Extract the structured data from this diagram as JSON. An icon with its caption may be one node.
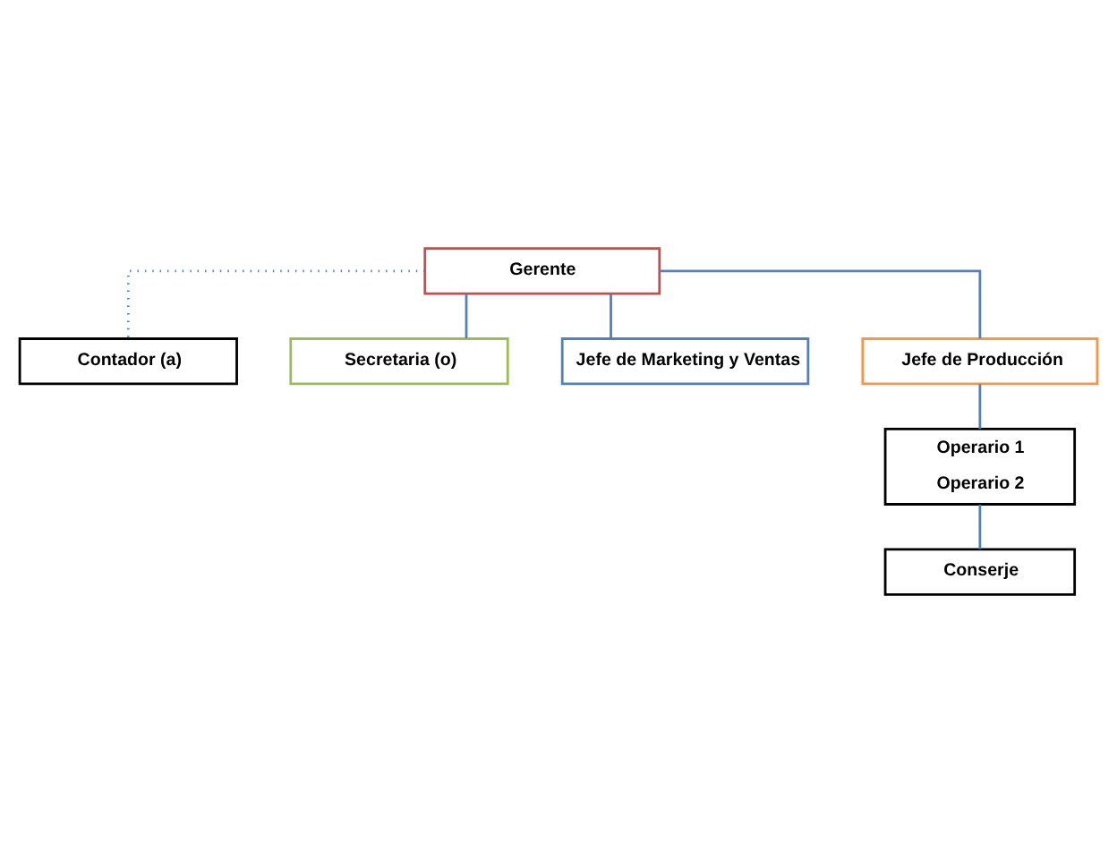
{
  "diagram": {
    "nodes": [
      {
        "text": [
          "Gerente"
        ]
      },
      {
        "text": [
          "Contador (a)"
        ]
      },
      {
        "text": [
          "Secretaria (o)"
        ]
      },
      {
        "text": [
          "Jefe de Marketing y Ventas"
        ]
      },
      {
        "text": [
          "Jefe de Producción"
        ]
      },
      {
        "text": [
          "Operario 1",
          "Operario 2"
        ]
      },
      {
        "text": [
          "Conserje"
        ]
      }
    ],
    "edges": [
      {
        "from": 0,
        "to": 1,
        "arrow": "none",
        "style": "dashed"
      },
      {
        "from": 0,
        "to": 2,
        "arrow": "none"
      },
      {
        "from": 0,
        "to": 3,
        "arrow": "none"
      },
      {
        "from": 0,
        "to": 4,
        "arrow": "none"
      },
      {
        "from": 4,
        "to": 5,
        "arrow": "none"
      },
      {
        "from": 5,
        "to": 6,
        "arrow": "none"
      }
    ]
  }
}
